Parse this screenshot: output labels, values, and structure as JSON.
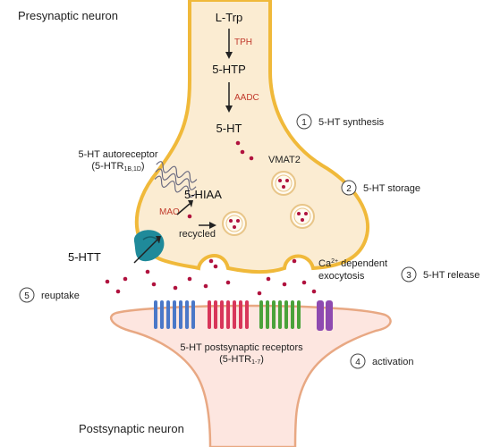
{
  "labels": {
    "presynaptic": "Presynaptic neuron",
    "postsynaptic": "Postsynaptic neuron",
    "ltrp": "L-Trp",
    "tph": "TPH",
    "htp": "5-HTP",
    "aadc": "AADC",
    "ht": "5-HT",
    "hiaa": "5-HIAA",
    "mao": "MAO",
    "recycled": "recycled",
    "vmat2": "VMAT2",
    "htt": "5-HTT",
    "autoreceptor_l1": "5-HT autoreceptor",
    "autoreceptor_l2_pre": "(5-HTR",
    "autoreceptor_l2_sub": "1B,1D",
    "autoreceptor_l2_post": ")",
    "ca_base": "Ca",
    "ca_sup": "2+",
    "ca_rest": " dependent",
    "exocytosis": "exocytosis",
    "post_receptors_l1": "5-HT postsynaptic receptors",
    "post_receptors_l2_pre": "(5-HTR",
    "post_receptors_l2_sub": "1-7",
    "post_receptors_l2_post": ")"
  },
  "steps": [
    {
      "num": "1",
      "label": "5-HT synthesis"
    },
    {
      "num": "2",
      "label": "5-HT storage"
    },
    {
      "num": "3",
      "label": "5-HT release"
    },
    {
      "num": "4",
      "label": "activation"
    },
    {
      "num": "5",
      "label": "reuptake"
    }
  ],
  "colors": {
    "neuron_pre_fill": "#fbecd2",
    "neuron_post_fill": "#fde6e0",
    "neuron_outline": "#f0b93a",
    "neuron_post_outline": "#e8a883",
    "dot": "#b0123e",
    "enzyme": "#c0392b",
    "transporter": "#1f8a9a",
    "receptor_blue": "#4a78c8",
    "receptor_red": "#d8365a",
    "receptor_green": "#4aa23a",
    "receptor_purple": "#8e4ab0"
  },
  "icons": [
    "autoreceptor-icon",
    "transporter-5htt-icon",
    "vesicle-icon",
    "gpcr-receptor-icon",
    "ion-channel-receptor-icon"
  ]
}
